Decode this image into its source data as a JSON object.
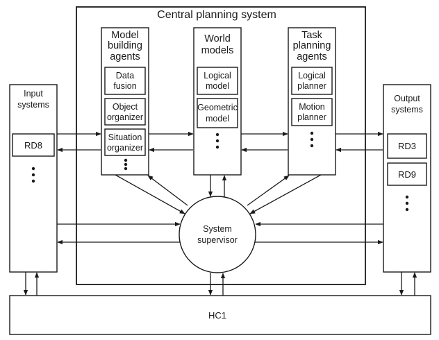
{
  "central": {
    "title": "Central planning system"
  },
  "model_building": {
    "title": [
      "Model",
      "building",
      "agents"
    ],
    "items": [
      {
        "lines": [
          "Data",
          "fusion"
        ]
      },
      {
        "lines": [
          "Object",
          "organizer"
        ]
      },
      {
        "lines": [
          "Situation",
          "organizer"
        ]
      }
    ]
  },
  "world_models": {
    "title": [
      "World",
      "models"
    ],
    "items": [
      {
        "lines": [
          "Logical",
          "model"
        ]
      },
      {
        "lines": [
          "Geometric",
          "model"
        ]
      }
    ]
  },
  "task_planning": {
    "title": [
      "Task",
      "planning",
      "agents"
    ],
    "items": [
      {
        "lines": [
          "Logical",
          "planner"
        ]
      },
      {
        "lines": [
          "Motion",
          "planner"
        ]
      }
    ]
  },
  "input_systems": {
    "title": [
      "Input",
      "systems"
    ],
    "items": [
      "RD8"
    ]
  },
  "output_systems": {
    "title": [
      "Output",
      "systems"
    ],
    "items": [
      "RD3",
      "RD9"
    ]
  },
  "supervisor": {
    "lines": [
      "System",
      "supervisor"
    ]
  },
  "bus": {
    "label": "HC1"
  },
  "colors": {
    "ink": "#1a1a1a",
    "background": "#ffffff"
  }
}
